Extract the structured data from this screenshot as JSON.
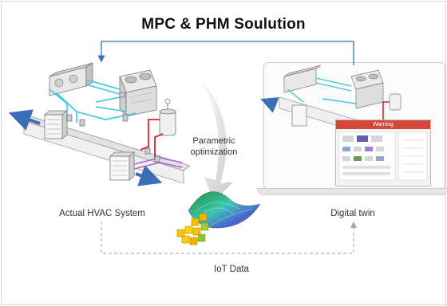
{
  "title": "MPC & PHM Soulution",
  "labels": {
    "parametric_line1": "Parametric",
    "parametric_line2": "optimization",
    "actual": "Actual HVAC System",
    "twin": "Digital twin",
    "iot": "IoT Data",
    "warning": "Warning"
  },
  "colors": {
    "chilled_pipe": "#39c6e0",
    "hot_pipe": "#e0202a",
    "purple_pipe": "#a86ad6",
    "arrow_blue": "#3a6fb8",
    "dashed_line": "#b0b0b0"
  }
}
